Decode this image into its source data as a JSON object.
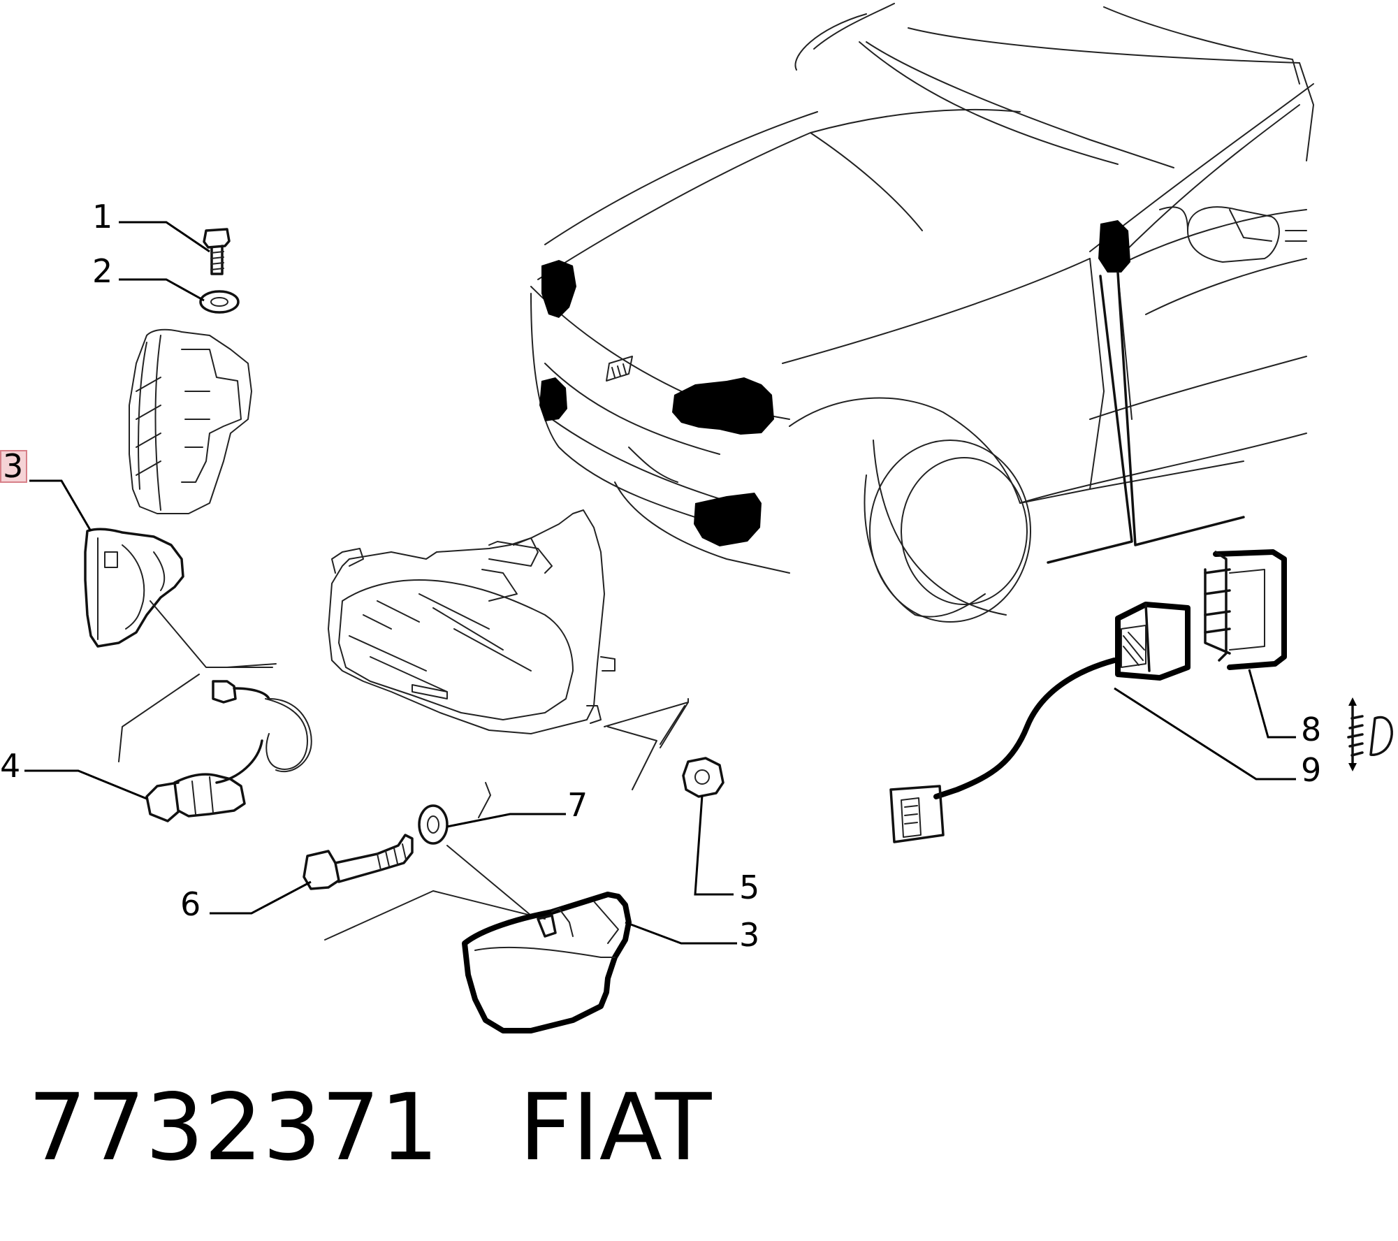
{
  "diagram": {
    "callouts": [
      {
        "id": "c1",
        "label": "1"
      },
      {
        "id": "c2",
        "label": "2"
      },
      {
        "id": "c3a",
        "label": "3",
        "highlighted": true
      },
      {
        "id": "c4",
        "label": "4"
      },
      {
        "id": "c6",
        "label": "6"
      },
      {
        "id": "c7",
        "label": "7"
      },
      {
        "id": "c5",
        "label": "5"
      },
      {
        "id": "c3b",
        "label": "3"
      },
      {
        "id": "c8",
        "label": "8"
      },
      {
        "id": "c9",
        "label": "9"
      }
    ],
    "icons": [
      "headlight-leveling-icon"
    ]
  },
  "footer": {
    "part_number": "7732371",
    "brand": "FIAT"
  },
  "colors": {
    "highlight_fill": "#f5d3d6",
    "highlight_border": "#d77f88",
    "ink": "#000000"
  }
}
